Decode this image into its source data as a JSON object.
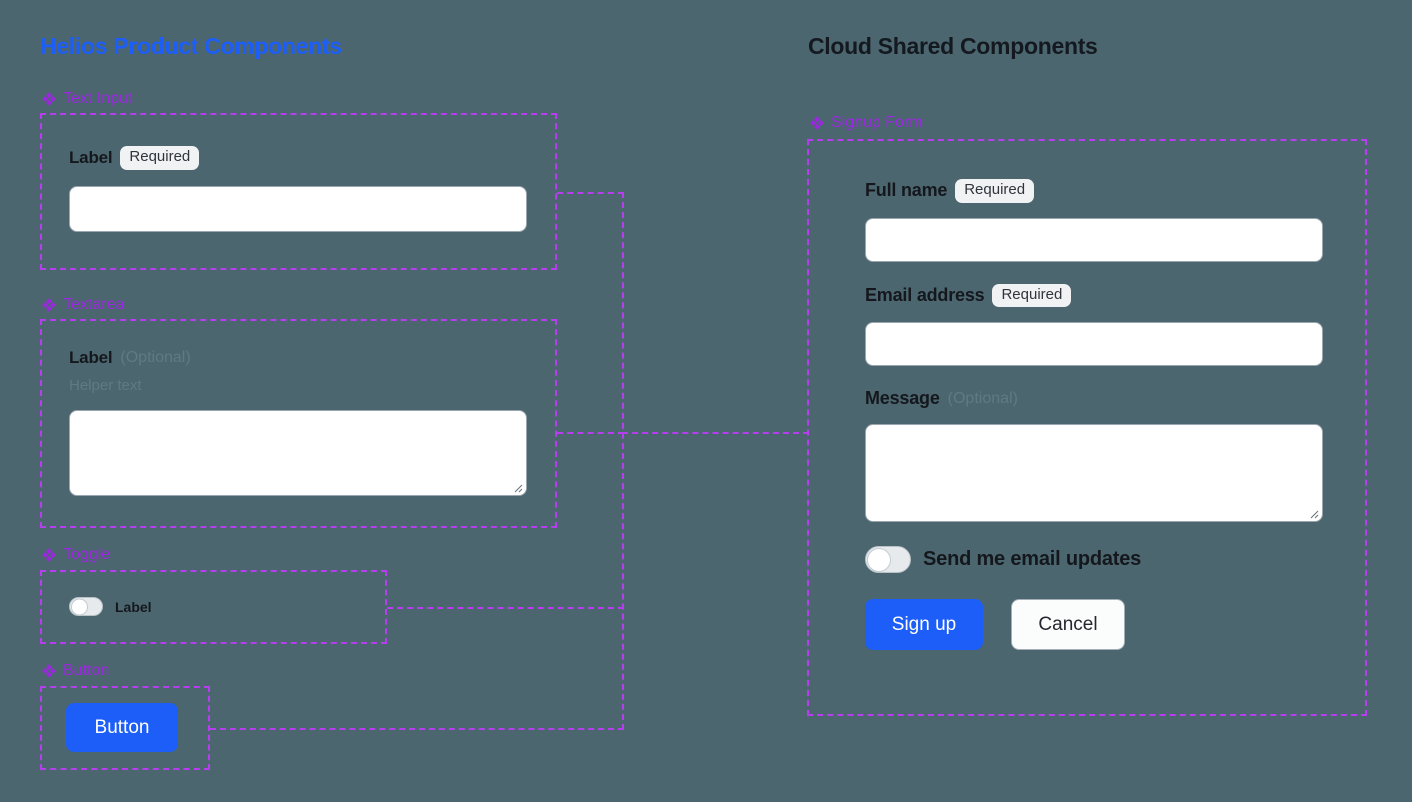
{
  "columns": {
    "left": {
      "title": "Helios Product Components",
      "color": "#1c5ef7"
    },
    "right": {
      "title": "Cloud Shared Components",
      "color": "#13191f"
    }
  },
  "theme": {
    "background": "#4c6670",
    "accent_blue": "#1c5ef7",
    "accent_purple": "#9b27e0",
    "card_border": "#b63ef0",
    "badge_bg": "#f1f2f4",
    "muted_text": "#5f7a84"
  },
  "left_sections": [
    {
      "name": "text-input",
      "heading": "Text Input",
      "icon": "diamond-component-icon",
      "field": {
        "label": "Label",
        "badge": "Required",
        "value": "",
        "placeholder": ""
      }
    },
    {
      "name": "textarea",
      "heading": "Textarea",
      "icon": "diamond-component-icon",
      "field": {
        "label": "Label",
        "optional": "(Optional)",
        "helper": "Helper text",
        "value": "",
        "placeholder": ""
      }
    },
    {
      "name": "toggle",
      "heading": "Toggle",
      "icon": "diamond-component-icon",
      "field": {
        "label": "Label",
        "state": "off"
      }
    },
    {
      "name": "button",
      "heading": "Button",
      "icon": "diamond-component-icon",
      "field": {
        "label": "Button"
      }
    }
  ],
  "right_section": {
    "name": "signup-form",
    "heading": "Signup Form",
    "icon": "diamond-component-icon",
    "fields": {
      "full_name": {
        "label": "Full name",
        "badge": "Required",
        "value": "",
        "placeholder": ""
      },
      "email_address": {
        "label": "Email address",
        "badge": "Required",
        "value": "",
        "placeholder": ""
      },
      "message": {
        "label": "Message",
        "optional": "(Optional)",
        "value": "",
        "placeholder": ""
      }
    },
    "toggle": {
      "label": "Send me email updates",
      "state": "off"
    },
    "actions": {
      "primary": "Sign up",
      "secondary": "Cancel"
    }
  }
}
